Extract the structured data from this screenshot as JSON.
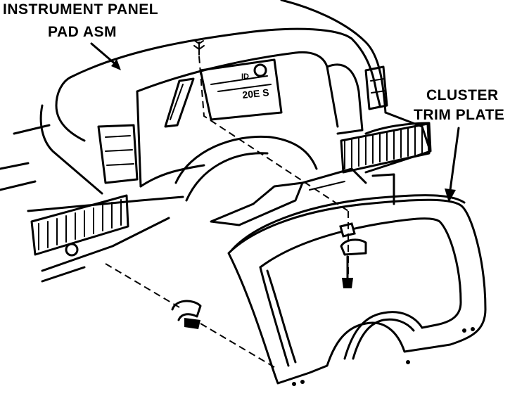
{
  "labels": {
    "instrument_panel_line1": "INSTRUMENT PANEL",
    "instrument_panel_line2": "PAD ASM",
    "cluster_trim_line1": "CLUSTER",
    "cluster_trim_line2": "TRIM PLATE"
  },
  "cluster_readout": {
    "odometer_text": "20E S",
    "small_text": "ID"
  },
  "colors": {
    "ink": "#000000",
    "paper": "#ffffff"
  }
}
